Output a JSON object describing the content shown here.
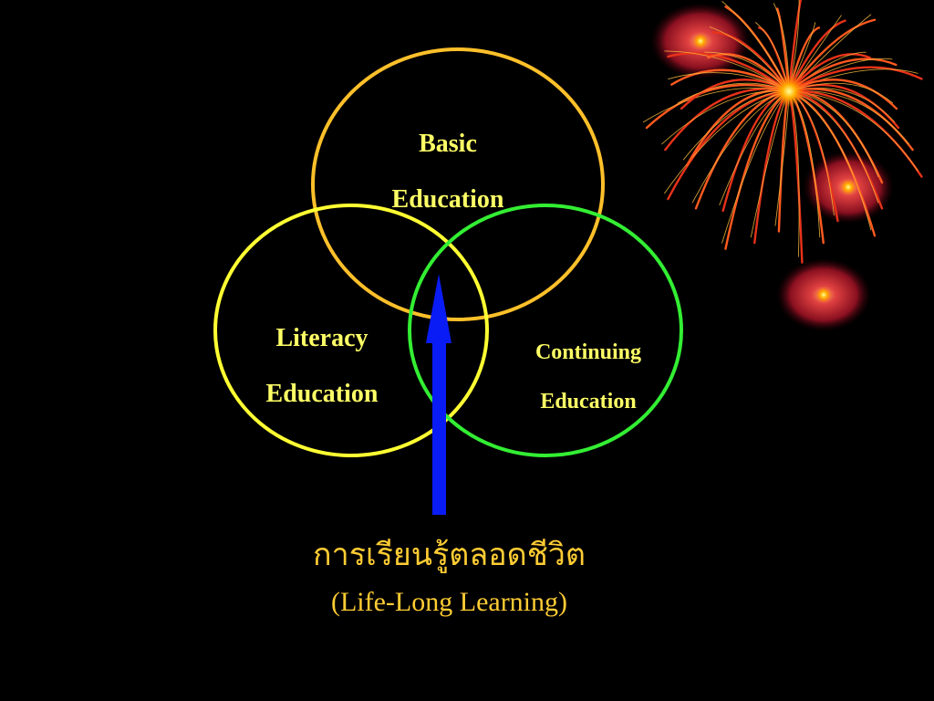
{
  "diagram": {
    "circles": [
      {
        "label_line1": "Basic",
        "label_line2": "Education",
        "stroke": "#FFC02A"
      },
      {
        "label_line1": "Literacy",
        "label_line2": "Education",
        "stroke": "#FFFF33"
      },
      {
        "label_line1": "Continuing",
        "label_line2": "Education",
        "stroke": "#33EE33"
      }
    ],
    "arrow_color": "#0A1CF5",
    "label_color": "#FFFF66",
    "decoration": "firework-bursts"
  },
  "caption": {
    "thai": "การเรียนรู้ตลอดชีวิต",
    "english": "(Life-Long  Learning)",
    "color": "#FFCC33"
  }
}
